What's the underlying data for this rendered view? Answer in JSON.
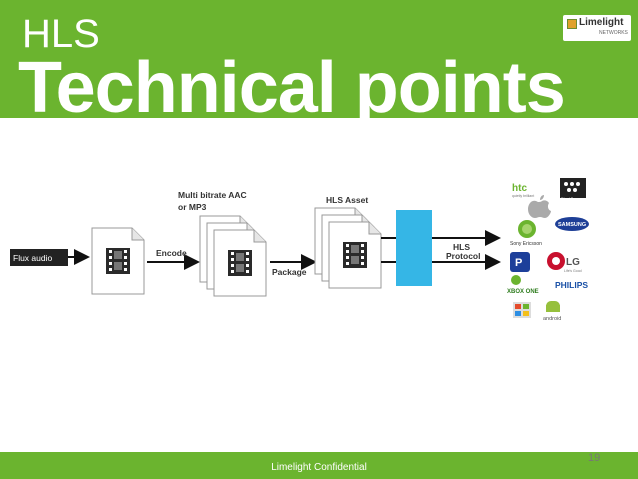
{
  "slide": {
    "title_small": "HLS",
    "title_big": "Technical points",
    "page_number": "19",
    "footer": "Limelight Confidential"
  },
  "logo": {
    "name": "Limelight",
    "tagline": "NETWORKS",
    "icon": "limelight-logo-icon"
  },
  "diagram": {
    "input_label": "Flux audio",
    "encode_label": "Encode",
    "package_label": "Package",
    "multibitrate_label_1": "Multi bitrate AAC",
    "multibitrate_label_2": "or MP3",
    "hls_asset_label": "HLS Asset",
    "hls_protocol_label_1": "HLS",
    "hls_protocol_label_2": "Protocol",
    "file_icon": "film-file-icon",
    "server_color": "#35b6e6"
  },
  "devices": {
    "htc": "htc",
    "htc_sub": "quietly brilliant",
    "blackberry": "BlackBerry",
    "samsung": "SAMSUNG",
    "sony": "Sony Ericsson",
    "lg": "LG",
    "lg_sub": "Life's Good",
    "xbox": "XBOX ONE",
    "philips": "PHILIPS",
    "android": "android"
  }
}
